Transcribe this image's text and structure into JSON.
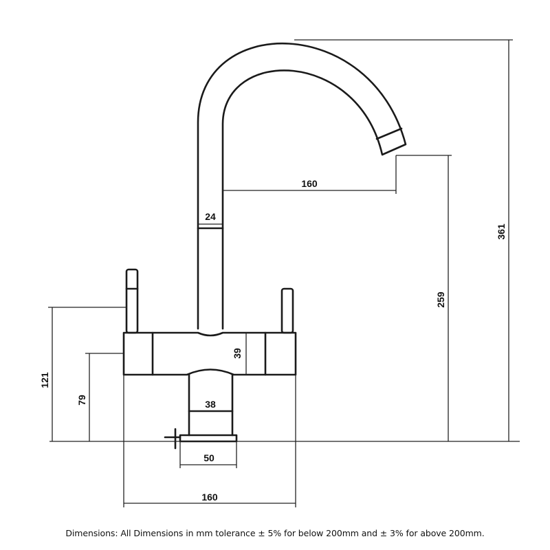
{
  "dimensions": {
    "spout_reach": "160",
    "spout_width": "24",
    "total_height": "361",
    "spout_outlet_height": "259",
    "handle_height": "121",
    "body_height": "79",
    "body_depth": "39",
    "stem_width": "38",
    "base_width": "50",
    "overall_width": "160"
  },
  "footnote": "Dimensions: All Dimensions in mm tolerance ± 5% for below 200mm and ± 3% for above 200mm."
}
